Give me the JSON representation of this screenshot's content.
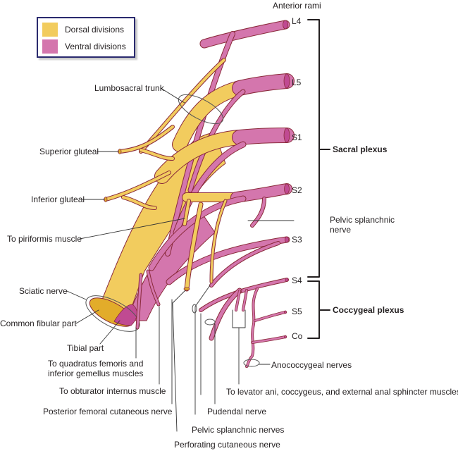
{
  "legend": {
    "items": [
      {
        "label": "Dorsal divisions",
        "color": "#f2cc5e"
      },
      {
        "label": "Ventral divisions",
        "color": "#d476ad"
      }
    ]
  },
  "colors": {
    "dorsal": "#f2cc5e",
    "dorsal_dark": "#e2ac2a",
    "ventral": "#d476ad",
    "ventral_dark": "#c04a92",
    "outline": "#8a2a3a",
    "leader": "#333333"
  },
  "header": {
    "anterior_rami": "Anterior rami"
  },
  "roots": [
    "L4",
    "L5",
    "S1",
    "S2",
    "S3",
    "S4",
    "S5",
    "Co"
  ],
  "plexuses": {
    "sacral": "Sacral plexus",
    "coccygeal": "Coccygeal plexus"
  },
  "labels": {
    "lumbosacral_trunk": "Lumbosacral trunk",
    "superior_gluteal": "Superior gluteal",
    "inferior_gluteal": "Inferior gluteal",
    "to_piriformis": "To piriformis muscle",
    "sciatic_nerve": "Sciatic nerve",
    "common_fibular": "Common fibular part",
    "tibial_part": "Tibial part",
    "quadratus_line1": "To quadratus femoris and",
    "quadratus_line2": "inferior gemellus muscles",
    "obturator_internus": "To obturator internus muscle",
    "posterior_femoral": "Posterior femoral cutaneous nerve",
    "pudendal": "Pudendal nerve",
    "pelvic_splanchnic_nerves": "Pelvic splanchnic nerves",
    "perforating_cutaneous": "Perforating cutaneous nerve",
    "pelvic_splanchnic_line1": "Pelvic splanchnic",
    "pelvic_splanchnic_line2": "nerve",
    "levator_ani": "To levator ani, coccygeus, and external anal sphincter muscles",
    "anococcygeal": "Anococcygeal nerves"
  }
}
